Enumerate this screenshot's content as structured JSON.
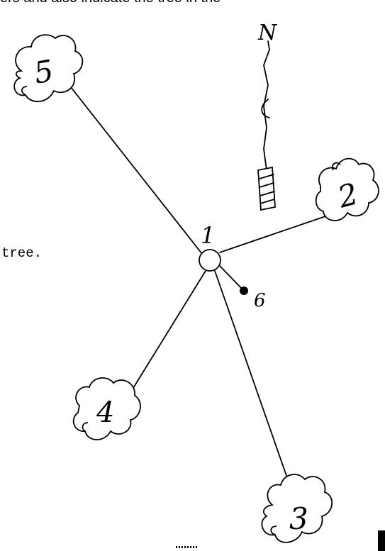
{
  "header_fragment": "ers and also indicate the tree in the",
  "side_text": "tree.",
  "compass_label": "N",
  "nodes": [
    {
      "id": "node-1",
      "label": "1"
    },
    {
      "id": "node-2",
      "label": "2"
    },
    {
      "id": "node-3",
      "label": "3"
    },
    {
      "id": "node-4",
      "label": "4"
    },
    {
      "id": "node-5",
      "label": "5"
    },
    {
      "id": "node-6",
      "label": "6"
    }
  ]
}
